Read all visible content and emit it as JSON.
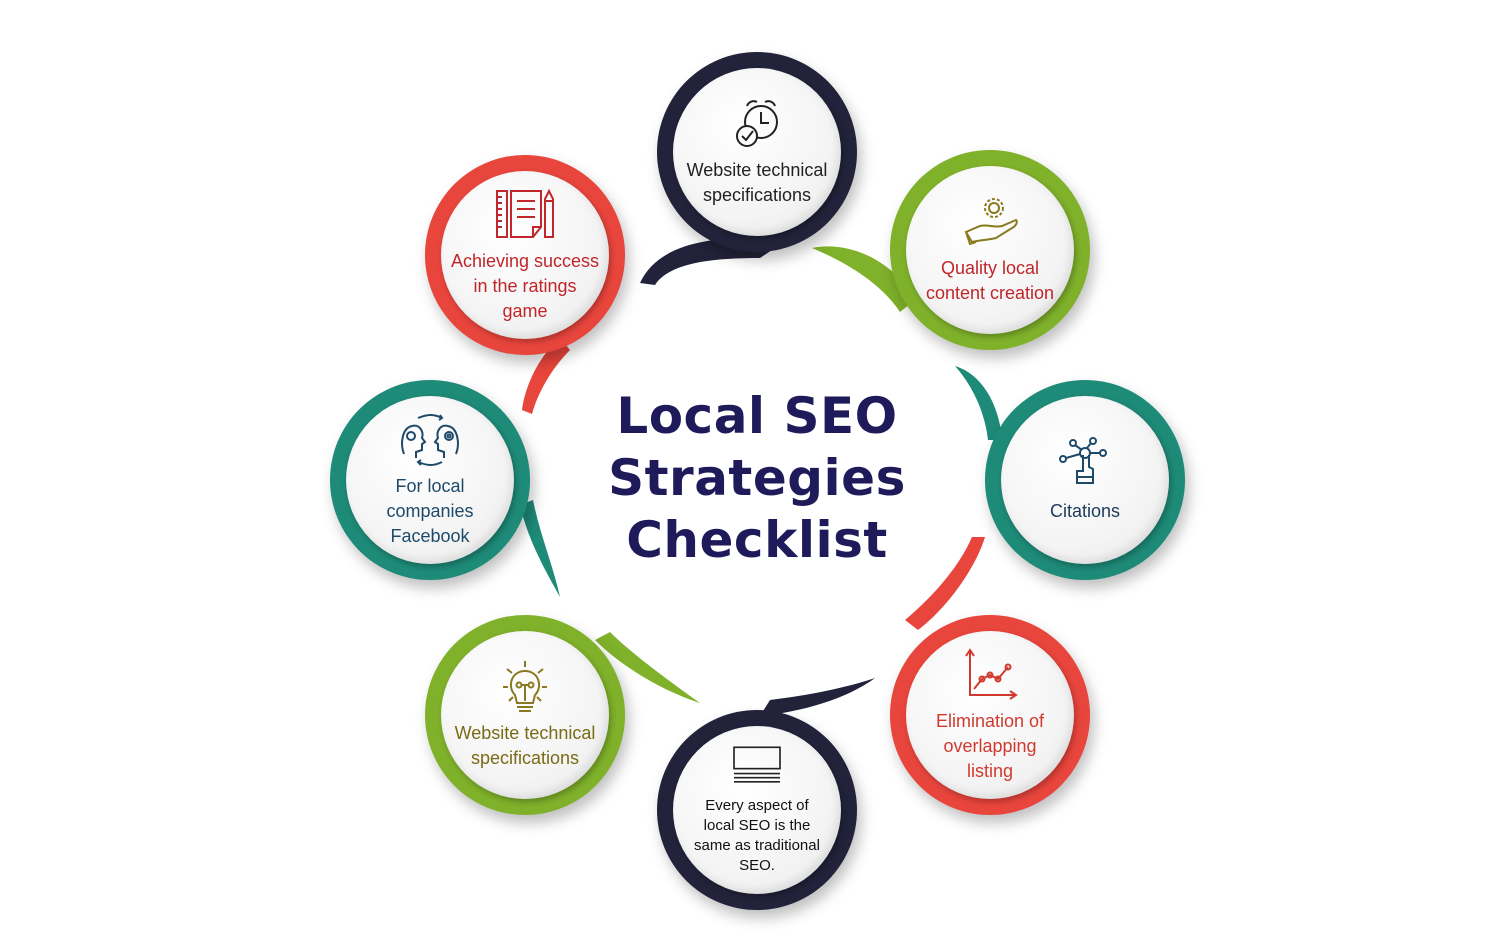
{
  "title": {
    "line1": "Local SEO",
    "line2": "Strategies",
    "line3": "Checklist",
    "color": "#1f1a5a"
  },
  "nodes": [
    {
      "id": "top",
      "icon": "alarm-clock-check-icon",
      "lines": [
        "Website technical",
        "specifications"
      ],
      "ring_color": "#22223a",
      "text_color": "#222222"
    },
    {
      "id": "top-right",
      "icon": "hand-gear-icon",
      "lines": [
        "Quality local",
        "content creation"
      ],
      "ring_color": "#7fb12a",
      "text_color": "#c0262a",
      "icon_color": "#8a7a1f"
    },
    {
      "id": "right",
      "icon": "touch-network-icon",
      "lines": [
        "Citations"
      ],
      "ring_color": "#1e8a78",
      "text_color": "#1e3a5a"
    },
    {
      "id": "bottom-right",
      "icon": "line-chart-icon",
      "lines": [
        "Elimination of",
        "overlapping",
        "listing"
      ],
      "ring_color": "#e8453c",
      "text_color": "#d03a2e"
    },
    {
      "id": "bottom",
      "icon": "document-layout-icon",
      "lines": [
        "Every aspect of",
        "local SEO is the",
        "same as traditional",
        "SEO."
      ],
      "ring_color": "#22223a",
      "text_color": "#111111"
    },
    {
      "id": "bottom-left",
      "icon": "light-bulb-icon",
      "lines": [
        "Website technical",
        "specifications"
      ],
      "ring_color": "#7fb12a",
      "text_color": "#7a6a14"
    },
    {
      "id": "left",
      "icon": "two-heads-exchange-icon",
      "lines": [
        "For local companies",
        "Facebook"
      ],
      "ring_color": "#1e8a78",
      "text_color": "#1e4a6a"
    },
    {
      "id": "top-left",
      "icon": "notepad-ruler-pencil-icon",
      "lines": [
        "Achieving success",
        "in the ratings",
        "game"
      ],
      "ring_color": "#e8453c",
      "text_color": "#c0262a"
    }
  ]
}
